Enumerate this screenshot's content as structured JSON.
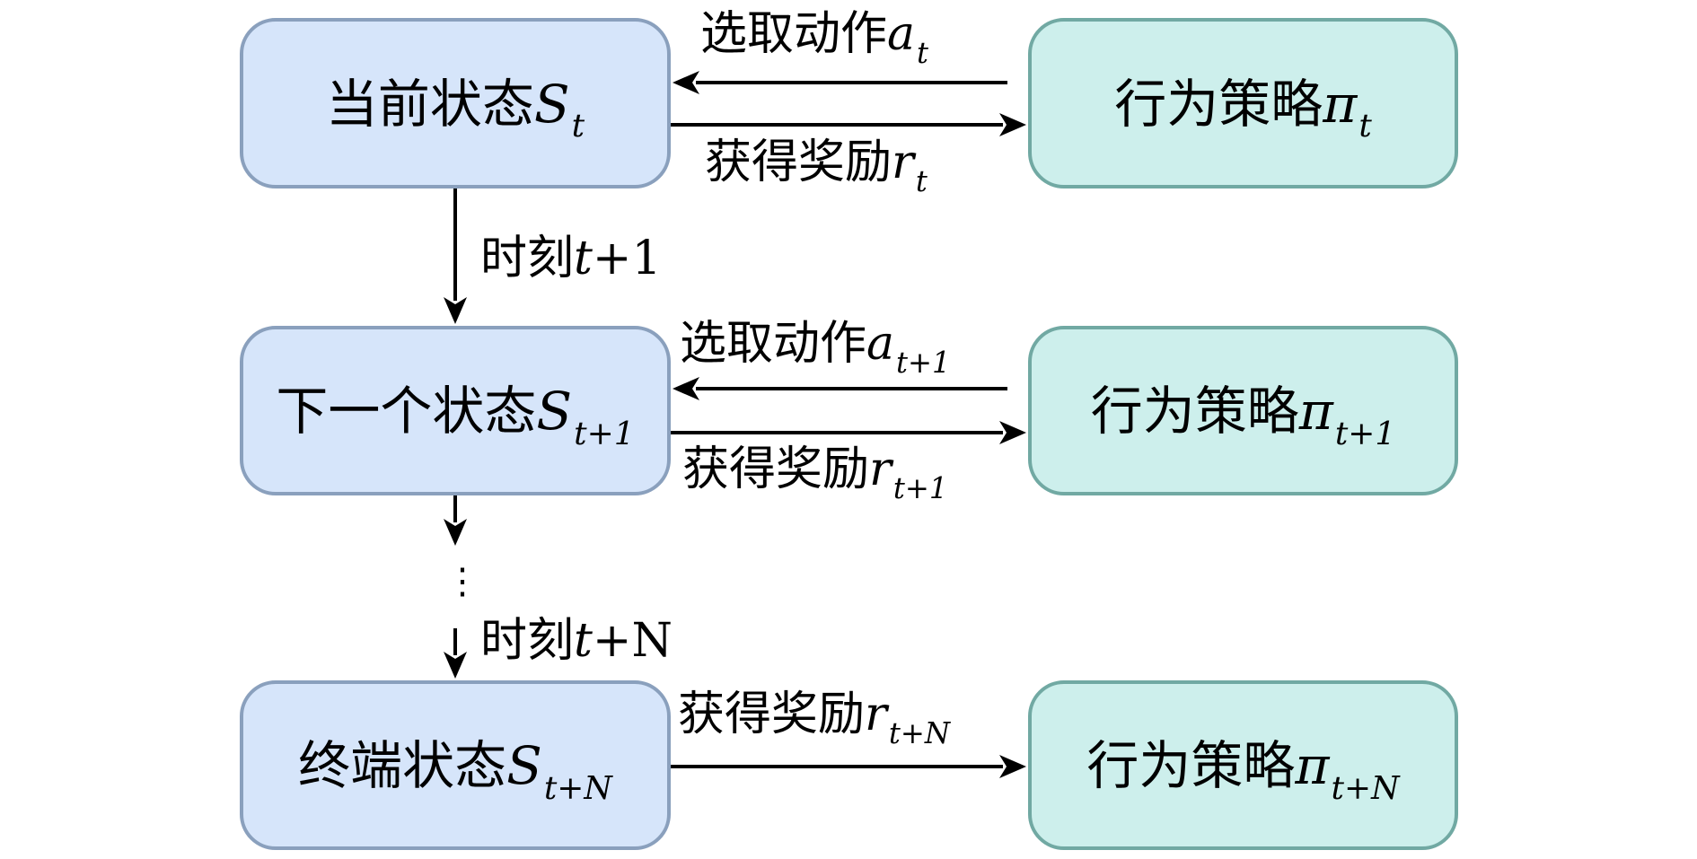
{
  "colors": {
    "state_fill": "#d6e5fa",
    "state_border": "#8aa0bd",
    "policy_fill": "#cdefec",
    "policy_border": "#71a9a3",
    "arrow": "#000000"
  },
  "rows": [
    {
      "state": {
        "text": "当前状态",
        "symbol": "S",
        "sub": "t"
      },
      "policy": {
        "text": "行为策略",
        "symbol": "π",
        "sub": "t"
      },
      "action": {
        "text": "选取动作",
        "symbol": "a",
        "sub": "t"
      },
      "reward": {
        "text": "获得奖励",
        "symbol": "r",
        "sub": "t"
      }
    },
    {
      "state": {
        "text": "下一个状态",
        "symbol": "S",
        "sub": "t+1"
      },
      "policy": {
        "text": "行为策略",
        "symbol": "π",
        "sub": "t+1"
      },
      "action": {
        "text": "选取动作",
        "symbol": "a",
        "sub": "t+1"
      },
      "reward": {
        "text": "获得奖励",
        "symbol": "r",
        "sub": "t+1"
      }
    },
    {
      "state": {
        "text": "终端状态",
        "symbol": "S",
        "sub": "t+N"
      },
      "policy": {
        "text": "行为策略",
        "symbol": "π",
        "sub": "t+N"
      },
      "reward": {
        "text": "获得奖励",
        "symbol": "r",
        "sub": "t+N"
      }
    }
  ],
  "transitions": [
    {
      "text": "时刻",
      "symbol": "t",
      "suffix": "+1"
    },
    {
      "text": "时刻",
      "symbol": "t",
      "suffix": "+N"
    }
  ],
  "ellipsis": "⋮"
}
